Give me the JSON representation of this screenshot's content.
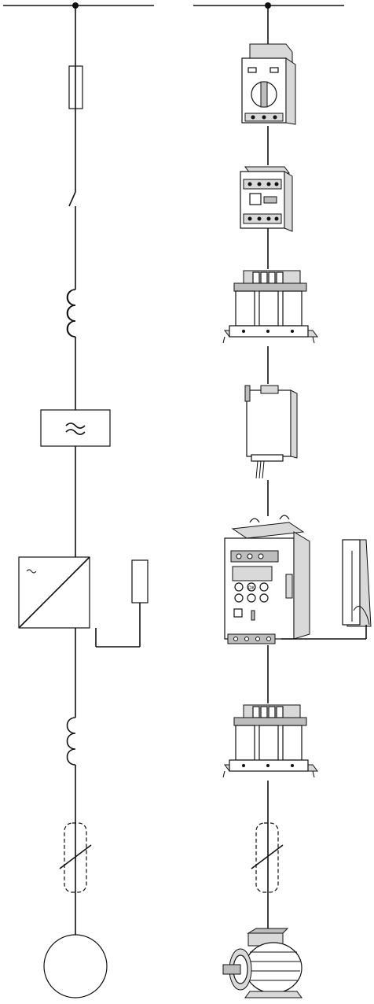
{
  "schematic": {
    "symbols": [
      {
        "name": "supply-node-dot"
      },
      {
        "name": "fuse-symbol"
      },
      {
        "name": "switch-contact-symbol"
      },
      {
        "name": "line-reactor-coil-symbol"
      },
      {
        "name": "emc-filter-symbol"
      },
      {
        "name": "frequency-inverter-symbol"
      },
      {
        "name": "braking-resistor-symbol"
      },
      {
        "name": "motor-reactor-coil-symbol"
      },
      {
        "name": "shielded-cable-symbol"
      },
      {
        "name": "motor-symbol"
      }
    ],
    "filter_glyph": "≈",
    "inverter_glyph": "~"
  },
  "pictorial": {
    "devices": [
      {
        "name": "motor-protective-circuit-breaker"
      },
      {
        "name": "contactor"
      },
      {
        "name": "line-reactor"
      },
      {
        "name": "radio-interference-filter"
      },
      {
        "name": "variable-frequency-drive"
      },
      {
        "name": "braking-resistor"
      },
      {
        "name": "motor-reactor"
      },
      {
        "name": "shielded-motor-cable"
      },
      {
        "name": "three-phase-motor"
      }
    ],
    "keypad_ok_label": "OK"
  }
}
